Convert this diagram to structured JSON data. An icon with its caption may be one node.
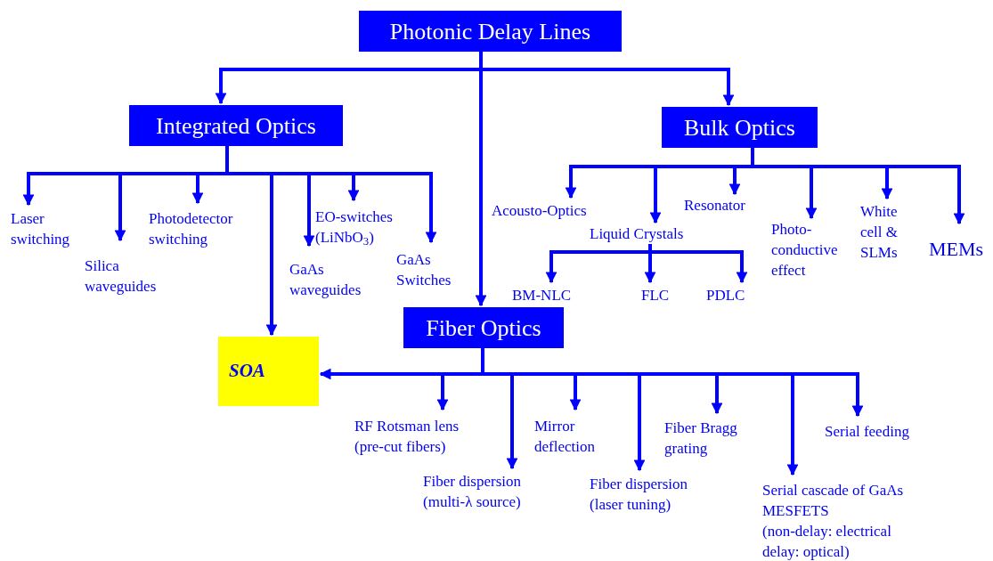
{
  "diagram": {
    "nodes": [
      {
        "text": [
          "Photonic Delay Lines"
        ]
      },
      {
        "text": [
          "Integrated Optics"
        ]
      },
      {
        "text": [
          "Bulk Optics"
        ]
      },
      {
        "text": [
          "Fiber Optics"
        ]
      },
      {
        "text": [
          "SOA"
        ]
      },
      {
        "text": [
          "Laser switching"
        ]
      },
      {
        "text": [
          "Silica waveguides"
        ]
      },
      {
        "text": [
          "Photodetector switching"
        ]
      },
      {
        "text": [
          "GaAs waveguides"
        ]
      },
      {
        "text": [
          "EO-switches (LiNbO$_{3}$)"
        ]
      },
      {
        "text": [
          "GaAs Switches"
        ]
      },
      {
        "text": [
          "Acousto-Optics"
        ]
      },
      {
        "text": [
          "Liquid Crystals"
        ]
      },
      {
        "text": [
          "Resonator"
        ]
      },
      {
        "text": [
          "Photo-conductive effect"
        ]
      },
      {
        "text": [
          "White cell & SLMs"
        ]
      },
      {
        "text": [
          "MEMs"
        ]
      },
      {
        "text": [
          "BM-NLC"
        ]
      },
      {
        "text": [
          "FLC"
        ]
      },
      {
        "text": [
          "PDLC"
        ]
      },
      {
        "text": [
          "RF Rotsman lens (pre-cut fibers)"
        ]
      },
      {
        "text": [
          "Fiber dispersion (multi-λ source)"
        ]
      },
      {
        "text": [
          "Mirror deflection"
        ]
      },
      {
        "text": [
          "Fiber dispersion (laser tuning)"
        ]
      },
      {
        "text": [
          "Fiber Bragg grating"
        ]
      },
      {
        "text": [
          "Serial cascade of GaAs MESFETS",
          "(non-delay: electrical delay: optical)"
        ]
      },
      {
        "text": [
          "Serial feeding"
        ]
      }
    ],
    "edges": [
      {
        "from": 0,
        "to": 1,
        "arrow": "to"
      },
      {
        "from": 0,
        "to": 2,
        "arrow": "to"
      },
      {
        "from": 0,
        "to": 3,
        "arrow": "to"
      },
      {
        "from": 1,
        "to": 5,
        "arrow": "to"
      },
      {
        "from": 1,
        "to": 6,
        "arrow": "to"
      },
      {
        "from": 1,
        "to": 7,
        "arrow": "to"
      },
      {
        "from": 1,
        "to": 8,
        "arrow": "to"
      },
      {
        "from": 1,
        "to": 9,
        "arrow": "to"
      },
      {
        "from": 1,
        "to": 10,
        "arrow": "to"
      },
      {
        "from": 1,
        "to": 4,
        "arrow": "to"
      },
      {
        "from": 2,
        "to": 11,
        "arrow": "to"
      },
      {
        "from": 2,
        "to": 12,
        "arrow": "to"
      },
      {
        "from": 2,
        "to": 13,
        "arrow": "to"
      },
      {
        "from": 2,
        "to": 14,
        "arrow": "to"
      },
      {
        "from": 2,
        "to": 15,
        "arrow": "to"
      },
      {
        "from": 2,
        "to": 16,
        "arrow": "to"
      },
      {
        "from": 12,
        "to": 17,
        "arrow": "to"
      },
      {
        "from": 12,
        "to": 18,
        "arrow": "to"
      },
      {
        "from": 12,
        "to": 19,
        "arrow": "to"
      },
      {
        "from": 3,
        "to": 4,
        "arrow": "to"
      },
      {
        "from": 3,
        "to": 20,
        "arrow": "to"
      },
      {
        "from": 3,
        "to": 21,
        "arrow": "to"
      },
      {
        "from": 3,
        "to": 22,
        "arrow": "to"
      },
      {
        "from": 3,
        "to": 23,
        "arrow": "to"
      },
      {
        "from": 3,
        "to": 24,
        "arrow": "to"
      },
      {
        "from": 3,
        "to": 25,
        "arrow": "to"
      },
      {
        "from": 3,
        "to": 26,
        "arrow": "to"
      }
    ]
  }
}
